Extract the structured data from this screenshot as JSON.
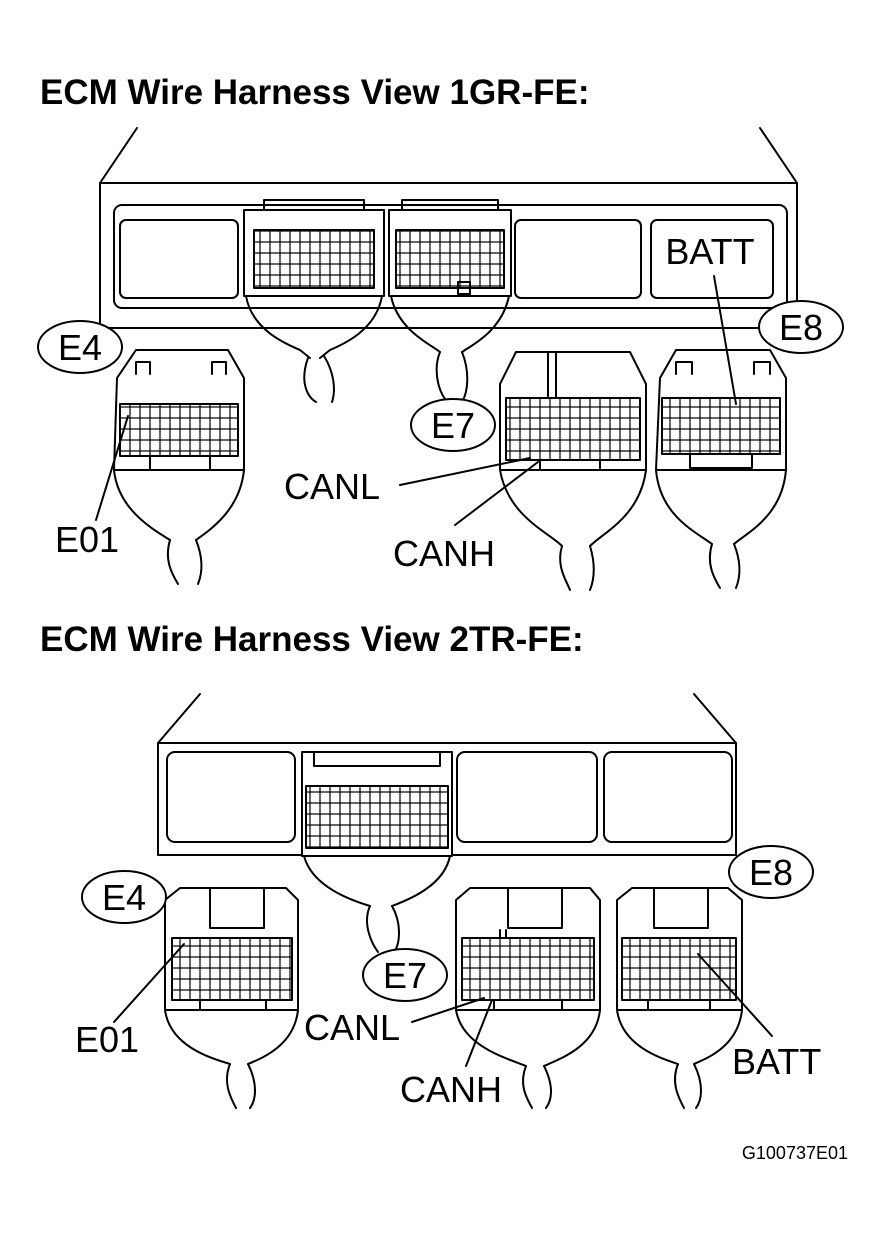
{
  "views": [
    {
      "title": "ECM Wire Harness View 1GR-FE:",
      "connectors": {
        "e4": "E4",
        "e7": "E7",
        "e8": "E8"
      },
      "terminals": {
        "e01": "E01",
        "canl": "CANL",
        "canh": "CANH",
        "batt": "BATT"
      }
    },
    {
      "title": "ECM Wire Harness View 2TR-FE:",
      "connectors": {
        "e4": "E4",
        "e7": "E7",
        "e8": "E8"
      },
      "terminals": {
        "e01": "E01",
        "canl": "CANL",
        "canh": "CANH",
        "batt": "BATT"
      }
    }
  ],
  "figure_ref": "G100737E01",
  "colors": {
    "ink": "#000000",
    "paper": "#ffffff"
  }
}
